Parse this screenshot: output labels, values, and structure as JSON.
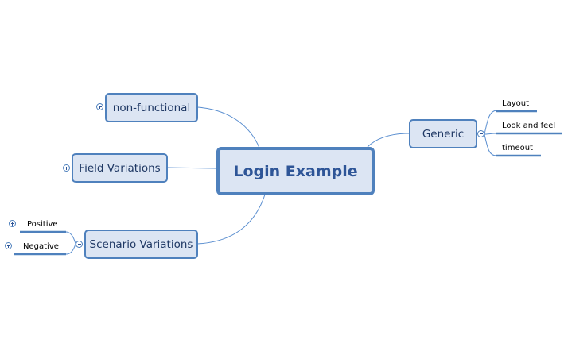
{
  "mindmap": {
    "root": {
      "label": "Login Example"
    },
    "left_topics": [
      {
        "label": "non-functional",
        "collapsed": true
      },
      {
        "label": "Field Variations",
        "collapsed": true
      },
      {
        "label": "Scenario Variations",
        "collapsed": false,
        "children": [
          {
            "label": "Positive",
            "collapsed": true
          },
          {
            "label": "Negative",
            "collapsed": true
          }
        ]
      }
    ],
    "right_topics": [
      {
        "label": "Generic",
        "collapsed": false,
        "children": [
          {
            "label": "Layout"
          },
          {
            "label": "Look and feel"
          },
          {
            "label": "timeout"
          }
        ]
      }
    ]
  },
  "colors": {
    "node_border": "#4f81bd",
    "node_fill": "#dce5f3",
    "root_text": "#2e5597",
    "connector": "#5b8fd0"
  }
}
